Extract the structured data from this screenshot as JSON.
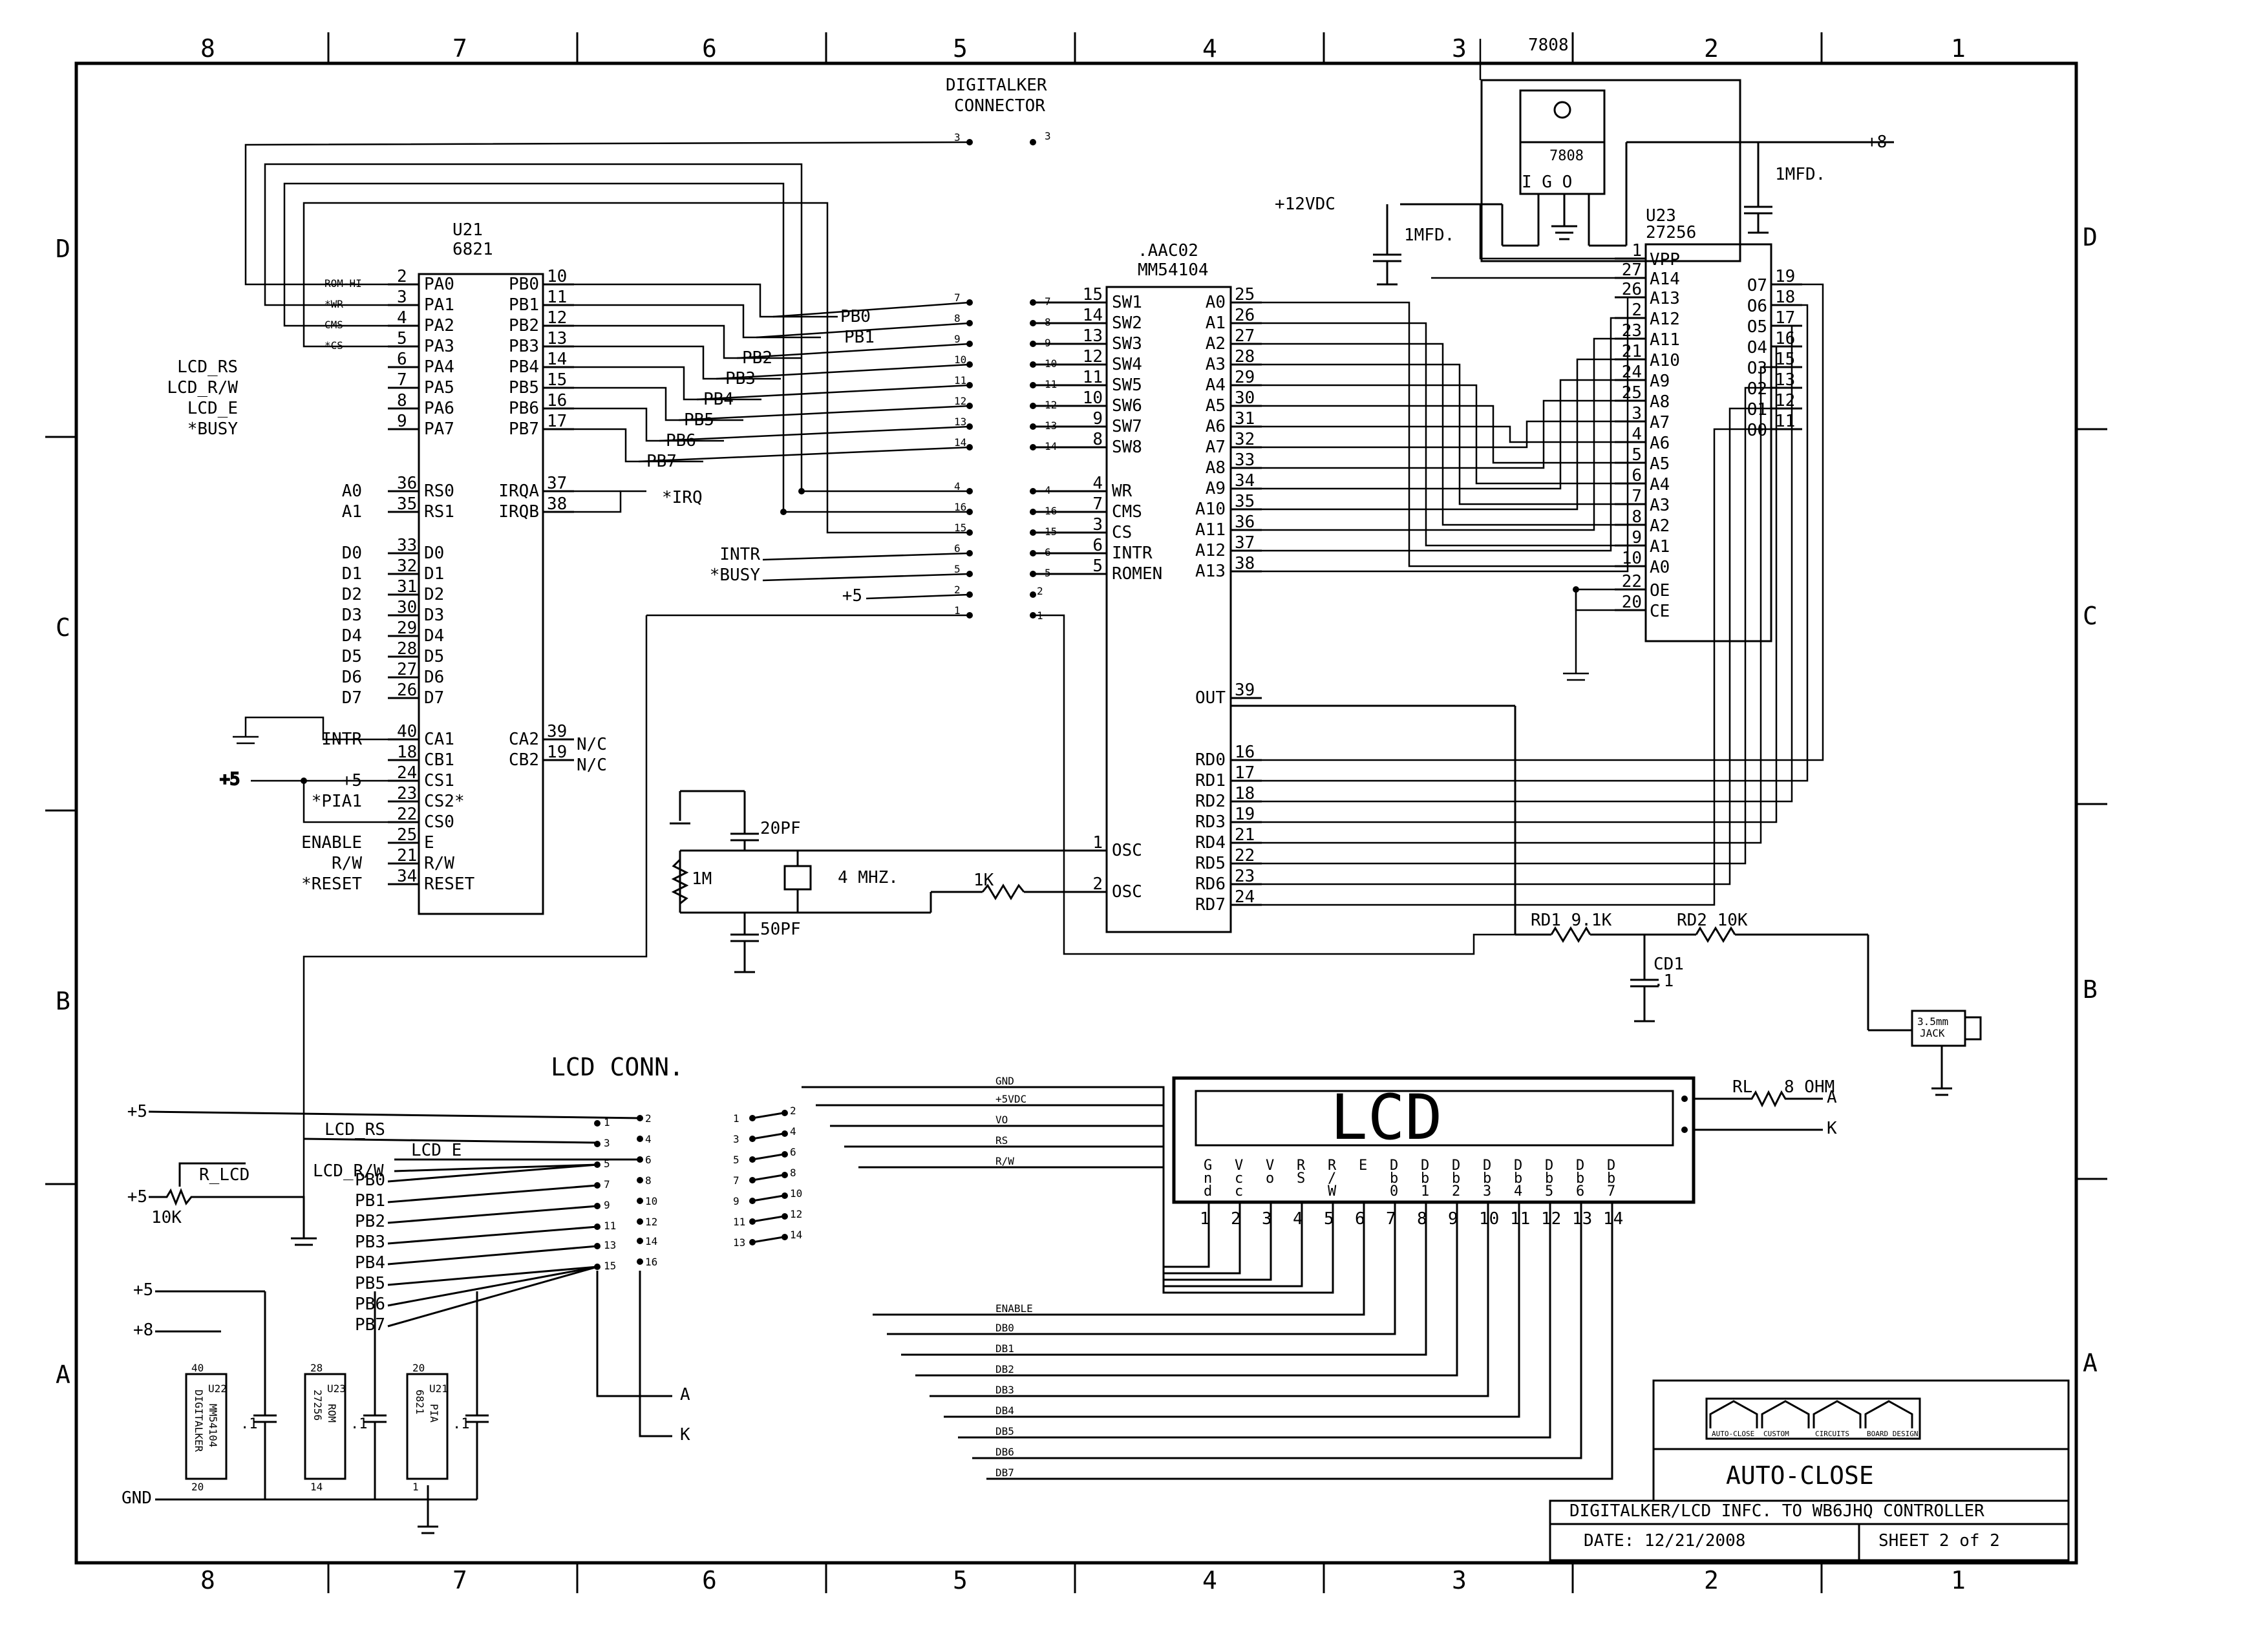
{
  "zones": {
    "cols": [
      "8",
      "7",
      "6",
      "5",
      "4",
      "3",
      "2",
      "1"
    ],
    "rows": [
      "D",
      "C",
      "B",
      "A"
    ]
  },
  "connector": {
    "title_line1": "DIGITALKER",
    "title_line2": "CONNECTOR"
  },
  "u21": {
    "ref": "U21",
    "part": "6821",
    "left_pins": [
      {
        "num": "2",
        "name": "PA0",
        "sig": "ROM-HI"
      },
      {
        "num": "3",
        "name": "PA1",
        "sig": "*WR"
      },
      {
        "num": "4",
        "name": "PA2",
        "sig": "CMS"
      },
      {
        "num": "5",
        "name": "PA3",
        "sig": "*CS"
      },
      {
        "num": "6",
        "name": "PA4",
        "sig": "LCD_RS"
      },
      {
        "num": "7",
        "name": "PA5",
        "sig": "LCD_R/W"
      },
      {
        "num": "8",
        "name": "PA6",
        "sig": "LCD_E"
      },
      {
        "num": "9",
        "name": "PA7",
        "sig": "*BUSY"
      },
      {
        "num": "36",
        "name": "RS0",
        "sig": "A0"
      },
      {
        "num": "35",
        "name": "RS1",
        "sig": "A1"
      },
      {
        "num": "33",
        "name": "D0",
        "sig": "D0"
      },
      {
        "num": "32",
        "name": "D1",
        "sig": "D1"
      },
      {
        "num": "31",
        "name": "D2",
        "sig": "D2"
      },
      {
        "num": "30",
        "name": "D3",
        "sig": "D3"
      },
      {
        "num": "29",
        "name": "D4",
        "sig": "D4"
      },
      {
        "num": "28",
        "name": "D5",
        "sig": "D5"
      },
      {
        "num": "27",
        "name": "D6",
        "sig": "D6"
      },
      {
        "num": "26",
        "name": "D7",
        "sig": "D7"
      },
      {
        "num": "40",
        "name": "CA1",
        "sig": "INTR"
      },
      {
        "num": "18",
        "name": "CB1",
        "sig": ""
      },
      {
        "num": "24",
        "name": "CS1",
        "sig": "+5"
      },
      {
        "num": "23",
        "name": "CS2*",
        "sig": "*PIA1"
      },
      {
        "num": "22",
        "name": "CS0",
        "sig": ""
      },
      {
        "num": "25",
        "name": "E",
        "sig": "ENABLE"
      },
      {
        "num": "21",
        "name": "R/W",
        "sig": "R/W"
      },
      {
        "num": "34",
        "name": "RESET",
        "sig": "*RESET"
      }
    ],
    "right_pins": [
      {
        "num": "10",
        "name": "PB0",
        "sig": "PB0"
      },
      {
        "num": "11",
        "name": "PB1",
        "sig": "PB1"
      },
      {
        "num": "12",
        "name": "PB2",
        "sig": "PB2"
      },
      {
        "num": "13",
        "name": "PB3",
        "sig": "PB3"
      },
      {
        "num": "14",
        "name": "PB4",
        "sig": "PB4"
      },
      {
        "num": "15",
        "name": "PB5",
        "sig": "PB5"
      },
      {
        "num": "16",
        "name": "PB6",
        "sig": "PB6"
      },
      {
        "num": "17",
        "name": "PB7",
        "sig": "PB7"
      },
      {
        "num": "37",
        "name": "IRQA",
        "sig": "*IRQ"
      },
      {
        "num": "38",
        "name": "IRQB",
        "sig": ""
      },
      {
        "num": "39",
        "name": "CA2",
        "sig": "N/C"
      },
      {
        "num": "19",
        "name": "CB2",
        "sig": "N/C"
      }
    ]
  },
  "mm": {
    "ref": ".AAC02",
    "part": "MM54104",
    "left_pins": [
      {
        "num": "15",
        "name": "SW1",
        "conn": "7"
      },
      {
        "num": "14",
        "name": "SW2",
        "conn": "8"
      },
      {
        "num": "13",
        "name": "SW3",
        "conn": "9"
      },
      {
        "num": "12",
        "name": "SW4",
        "conn": "10"
      },
      {
        "num": "11",
        "name": "SW5",
        "conn": "11"
      },
      {
        "num": "10",
        "name": "SW6",
        "conn": "12"
      },
      {
        "num": "9",
        "name": "SW7",
        "conn": "13"
      },
      {
        "num": "8",
        "name": "SW8",
        "conn": "14"
      },
      {
        "num": "4",
        "name": "WR",
        "conn": "4"
      },
      {
        "num": "7",
        "name": "CMS",
        "conn": "16"
      },
      {
        "num": "3",
        "name": "CS",
        "conn": "15"
      },
      {
        "num": "6",
        "name": "INTR",
        "conn": "6"
      },
      {
        "num": "5",
        "name": "ROMEN",
        "conn": "5"
      }
    ],
    "right_pins": [
      {
        "num": "25",
        "name": "A0"
      },
      {
        "num": "26",
        "name": "A1"
      },
      {
        "num": "27",
        "name": "A2"
      },
      {
        "num": "28",
        "name": "A3"
      },
      {
        "num": "29",
        "name": "A4"
      },
      {
        "num": "30",
        "name": "A5"
      },
      {
        "num": "31",
        "name": "A6"
      },
      {
        "num": "32",
        "name": "A7"
      },
      {
        "num": "33",
        "name": "A8"
      },
      {
        "num": "34",
        "name": "A9"
      },
      {
        "num": "35",
        "name": "A10"
      },
      {
        "num": "36",
        "name": "A11"
      },
      {
        "num": "37",
        "name": "A12"
      },
      {
        "num": "38",
        "name": "A13"
      }
    ],
    "out_pin": {
      "num": "39",
      "name": "OUT"
    },
    "rd_pins": [
      {
        "num": "16",
        "name": "RD0"
      },
      {
        "num": "17",
        "name": "RD1"
      },
      {
        "num": "18",
        "name": "RD2"
      },
      {
        "num": "19",
        "name": "RD3"
      },
      {
        "num": "21",
        "name": "RD4"
      },
      {
        "num": "22",
        "name": "RD5"
      },
      {
        "num": "23",
        "name": "RD6"
      },
      {
        "num": "24",
        "name": "RD7"
      }
    ],
    "osc_pins": [
      {
        "num": "1",
        "name": "OSC"
      },
      {
        "num": "2",
        "name": "OSC"
      }
    ]
  },
  "u23": {
    "ref": "U23",
    "part": "27256",
    "left_pins": [
      {
        "num": "1",
        "name": "VPP"
      },
      {
        "num": "27",
        "name": "A14"
      },
      {
        "num": "26",
        "name": "A13"
      },
      {
        "num": "2",
        "name": "A12"
      },
      {
        "num": "23",
        "name": "A11"
      },
      {
        "num": "21",
        "name": "A10"
      },
      {
        "num": "24",
        "name": "A9"
      },
      {
        "num": "25",
        "name": "A8"
      },
      {
        "num": "3",
        "name": "A7"
      },
      {
        "num": "4",
        "name": "A6"
      },
      {
        "num": "5",
        "name": "A5"
      },
      {
        "num": "6",
        "name": "A4"
      },
      {
        "num": "7",
        "name": "A3"
      },
      {
        "num": "8",
        "name": "A2"
      },
      {
        "num": "9",
        "name": "A1"
      },
      {
        "num": "10",
        "name": "A0"
      },
      {
        "num": "22",
        "name": "OE"
      },
      {
        "num": "20",
        "name": "CE"
      }
    ],
    "right_pins": [
      {
        "num": "19",
        "name": "O7"
      },
      {
        "num": "18",
        "name": "O6"
      },
      {
        "num": "17",
        "name": "O5"
      },
      {
        "num": "16",
        "name": "O4"
      },
      {
        "num": "15",
        "name": "O3"
      },
      {
        "num": "13",
        "name": "O2"
      },
      {
        "num": "12",
        "name": "O1"
      },
      {
        "num": "11",
        "name": "O0"
      }
    ]
  },
  "reg": {
    "title_top": "7808",
    "label": "7808",
    "pins": "I G O",
    "input": "+12VDC",
    "output": "+8",
    "cap1": "1MFD.",
    "cap2": "1MFD."
  },
  "connector_left": [
    {
      "pin": "3",
      "y": "top"
    },
    {
      "pin": "7"
    },
    {
      "pin": "8"
    },
    {
      "pin": "9"
    },
    {
      "pin": "10"
    },
    {
      "pin": "11"
    },
    {
      "pin": "12"
    },
    {
      "pin": "13"
    },
    {
      "pin": "14"
    },
    {
      "pin": "4"
    },
    {
      "pin": "16"
    },
    {
      "pin": "15"
    },
    {
      "pin": "6"
    },
    {
      "pin": "5"
    },
    {
      "pin": "2"
    },
    {
      "pin": "1"
    }
  ],
  "conn_nets": {
    "intr": "INTR",
    "busy": "*BUSY",
    "p5": "+5",
    "pb_labels": [
      "PB0",
      "PB1",
      "PB2",
      "PB3",
      "PB4",
      "PB5",
      "PB6",
      "PB7"
    ],
    "irq": "*IRQ"
  },
  "osc": {
    "c1": "20PF",
    "c2": "50PF",
    "r1": "1M",
    "xtal": "4 MHZ.",
    "r2": "1K"
  },
  "audio": {
    "rd1": "RD1 9.1K",
    "rd2": "RD2 10K",
    "cd1a": "CD1",
    "cd1b": ".1",
    "jack_l1": "3.5mm",
    "jack_l2": "JACK"
  },
  "lcd_conn": {
    "title": "LCD CONN.",
    "p5": "+5",
    "rs": "LCD_RS",
    "e": "LCD_E",
    "rw": "LCD_R/W",
    "rlcd": "R_LCD",
    "p5b": "+5",
    "k10": "10K",
    "pb": [
      "PB0",
      "PB1",
      "PB2",
      "PB3",
      "PB4",
      "PB5",
      "PB6",
      "PB7"
    ],
    "pins_l": [
      "1",
      "3",
      "5",
      "7",
      "9",
      "11",
      "13",
      "15"
    ],
    "pins_r": [
      "2",
      "4",
      "6",
      "8",
      "10",
      "12",
      "14",
      "16"
    ],
    "a": "A",
    "k": "K"
  },
  "lcd": {
    "text": "LCD",
    "cols": [
      "G\nn\nd",
      "V\nc\nc",
      "V\no",
      "R\nS",
      "R\n/\nW",
      "E",
      "D\nb\n0",
      "D\nb\n1",
      "D\nb\n2",
      "D\nb\n3",
      "D\nb\n4",
      "D\nb\n5",
      "D\nb\n6",
      "D\nb\n7"
    ],
    "pins": [
      "1",
      "2",
      "3",
      "4",
      "5",
      "6",
      "7",
      "8",
      "9",
      "10",
      "11",
      "12",
      "13",
      "14"
    ],
    "bus_labels": [
      "GND",
      "+5VDC",
      "VO",
      "RS",
      "R/W",
      "ENABLE",
      "DB0",
      "DB1",
      "DB2",
      "DB3",
      "DB4",
      "DB5",
      "DB6",
      "DB7"
    ],
    "left_pins": [
      "1",
      "3",
      "5",
      "7",
      "9",
      "11",
      "13"
    ],
    "right_pins": [
      "2",
      "4",
      "6",
      "8",
      "10",
      "12",
      "14"
    ],
    "rl": "RL",
    "ohm": "8 OHM",
    "a": "A",
    "k": "K"
  },
  "decoupling": {
    "p5": "+5",
    "p8": "+8",
    "gnd": "GND",
    "chips": [
      {
        "pin_top": "40",
        "ref": "U22",
        "l1": "DIGITALKER",
        "l2": "MM54104",
        "pin_bot": "20"
      },
      {
        "pin_top": "28",
        "ref": "U23",
        "l1": "27256",
        "l2": "ROM",
        "pin_bot": "14"
      },
      {
        "pin_top": "20",
        "ref": "U21",
        "l1": "6821",
        "l2": "PIA",
        "pin_bot": "1"
      }
    ],
    "cap": ".1"
  },
  "title_block": {
    "logos": [
      "AUTO-CLOSE",
      "CUSTOM",
      "CIRCUITS",
      "BOARD DESIGN"
    ],
    "title": "AUTO-CLOSE",
    "desc": "DIGITALKER/LCD INFC. TO WB6JHQ CONTROLLER",
    "date": "DATE: 12/21/2008",
    "sheet": "SHEET 2 of 2"
  }
}
